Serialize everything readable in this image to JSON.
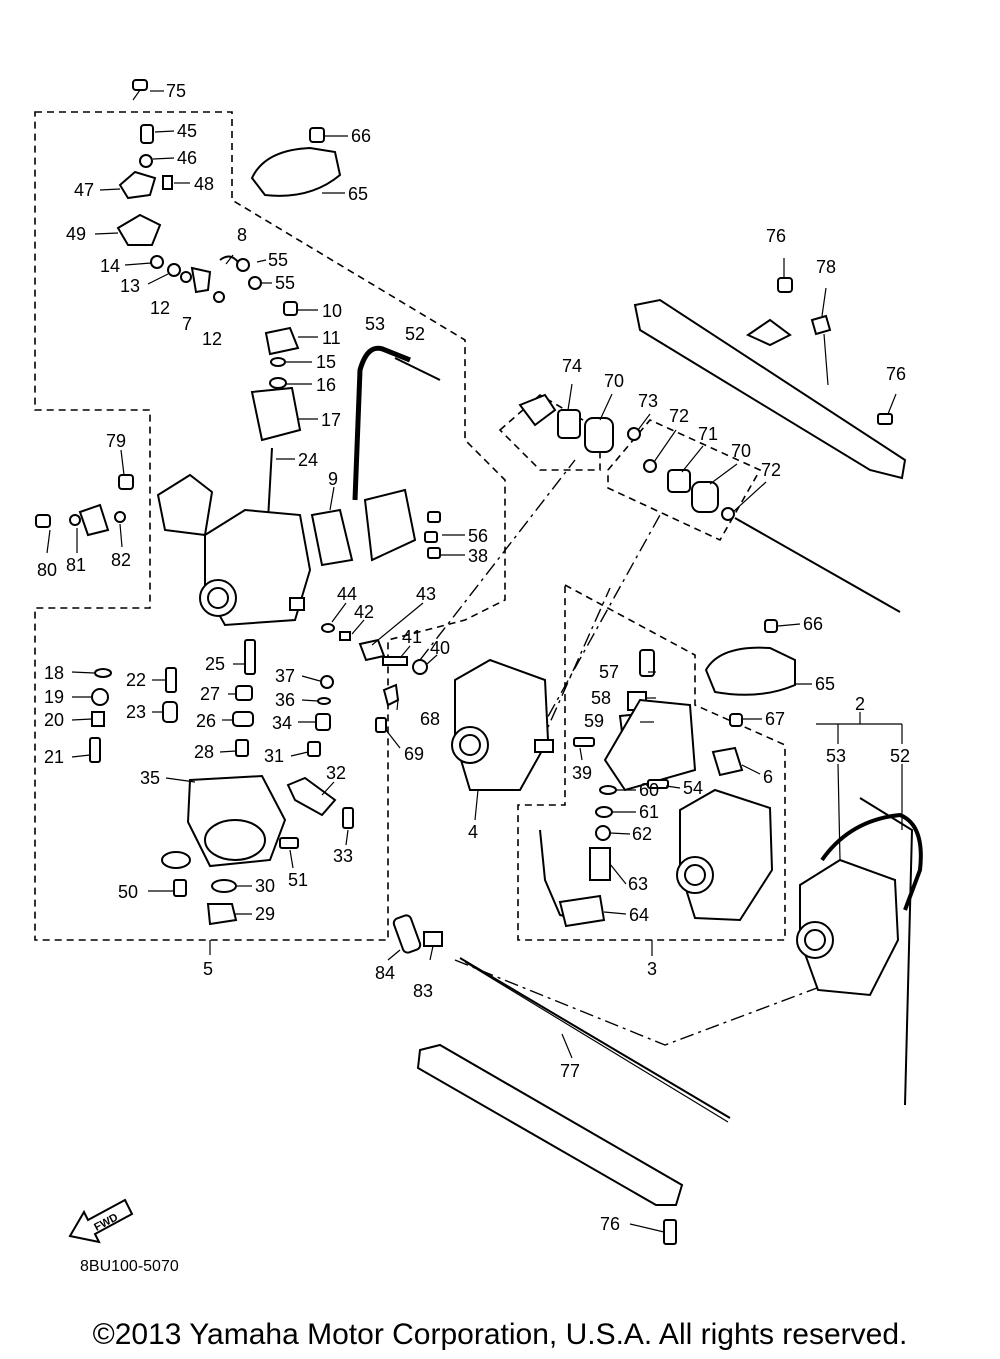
{
  "diagram": {
    "code": "8BU100-5070",
    "fwd_label": "FWD",
    "copyright": "©2013 Yamaha Motor Corporation, U.S.A. All rights reserved.",
    "callouts": {
      "c75": "75",
      "c45": "45",
      "c46": "46",
      "c47": "47",
      "c48": "48",
      "c66a": "66",
      "c65a": "65",
      "c49": "49",
      "c8": "8",
      "c55a": "55",
      "c55b": "55",
      "c14": "14",
      "c13": "13",
      "c12a": "12",
      "c7": "7",
      "c12b": "12",
      "c10": "10",
      "c11": "11",
      "c53a": "53",
      "c52a": "52",
      "c15": "15",
      "c16": "16",
      "c17": "17",
      "c79": "79",
      "c24": "24",
      "c9": "9",
      "c56": "56",
      "c38": "38",
      "c80": "80",
      "c81": "81",
      "c82": "82",
      "c44": "44",
      "c42": "42",
      "c43": "43",
      "c41": "41",
      "c40": "40",
      "c18": "18",
      "c22": "22",
      "c25": "25",
      "c37": "37",
      "c19": "19",
      "c27": "27",
      "c36": "36",
      "c20": "20",
      "c23": "23",
      "c26": "26",
      "c34": "34",
      "c68": "68",
      "c21": "21",
      "c28": "28",
      "c31": "31",
      "c69": "69",
      "c35": "35",
      "c32": "32",
      "c4": "4",
      "c33": "33",
      "c50": "50",
      "c30": "30",
      "c51": "51",
      "c29": "29",
      "c5": "5",
      "c84": "84",
      "c83": "83",
      "c76a": "76",
      "c78": "78",
      "c76b": "76",
      "c74": "74",
      "c70a": "70",
      "c73": "73",
      "c72a": "72",
      "c71": "71",
      "c70b": "70",
      "c72b": "72",
      "c66b": "66",
      "c57": "57",
      "c65b": "65",
      "c58": "58",
      "c67": "67",
      "c59": "59",
      "c6": "6",
      "c39": "39",
      "c54": "54",
      "c60": "60",
      "c61": "61",
      "c62": "62",
      "c63": "63",
      "c64": "64",
      "c3": "3",
      "c2": "2",
      "c53b": "53",
      "c52b": "52",
      "c77": "77",
      "c76c": "76"
    }
  }
}
